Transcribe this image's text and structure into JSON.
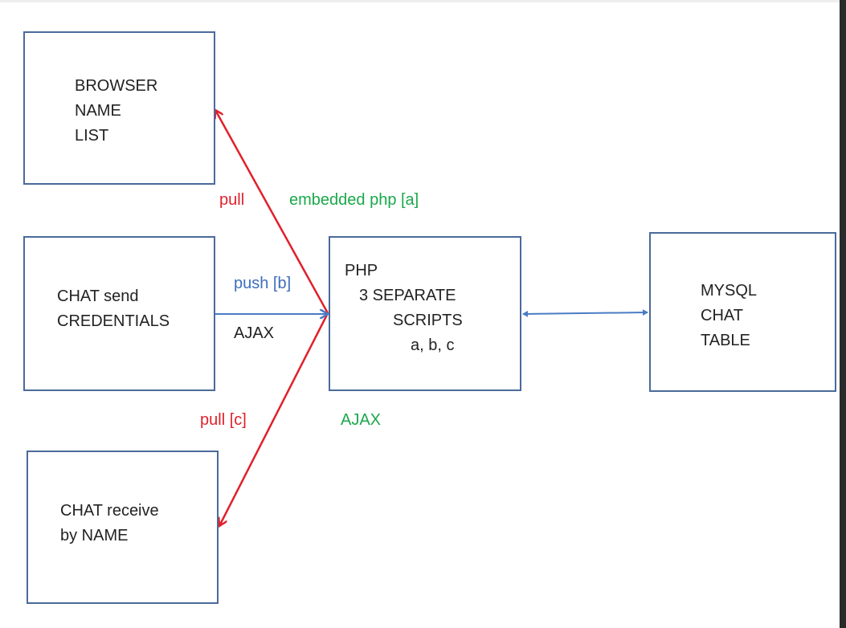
{
  "boxes": {
    "browser": {
      "lines": [
        "BROWSER",
        "NAME",
        "LIST"
      ]
    },
    "send": {
      "lines": [
        "CHAT send",
        "CREDENTIALS"
      ]
    },
    "receive": {
      "lines": [
        "CHAT receive",
        "by NAME"
      ]
    },
    "php": {
      "lines": [
        "PHP",
        "3  SEPARATE",
        "SCRIPTS",
        "a, b, c"
      ]
    },
    "mysql": {
      "lines": [
        "MYSQL",
        "CHAT",
        "TABLE"
      ]
    }
  },
  "labels": {
    "pull_top": "pull",
    "embedded_php": "embedded php  [a]",
    "push_b": "push [b]",
    "ajax_push": "AJAX",
    "pull_c": "pull  [c]",
    "ajax_green": "AJAX"
  },
  "colors": {
    "pull_arrow": "#e0202a",
    "push_arrow": "#4a7cc4",
    "box_border": "#4a6a9a",
    "green_label": "#1aa84a"
  }
}
